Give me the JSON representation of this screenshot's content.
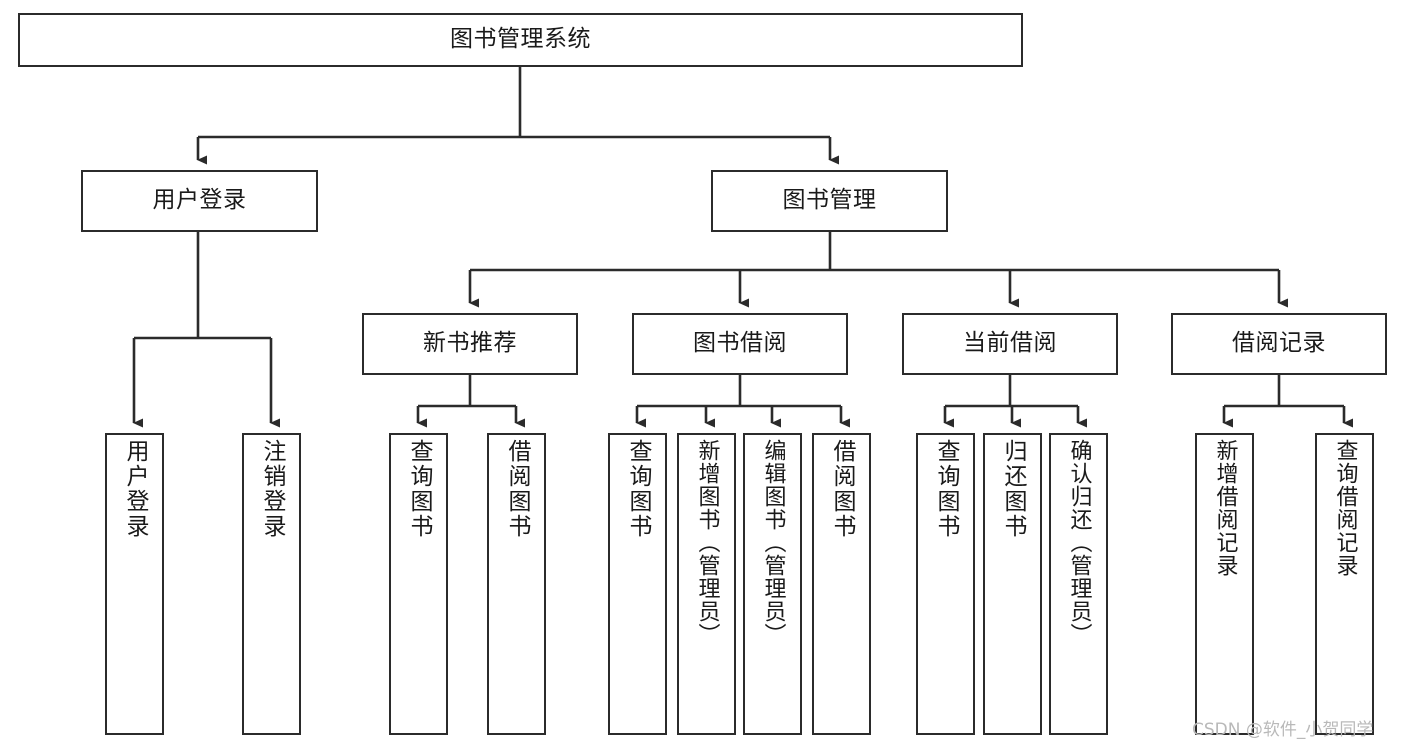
{
  "diagram": {
    "title": "图书管理系统",
    "type": "tree",
    "orientation": "top-down",
    "colors": {
      "box_border": "#2b2b2b",
      "box_fill": "#ffffff",
      "edge": "#2b2b2b",
      "text": "#1a1a1a",
      "watermark": "#b9b9b9",
      "background": "#ffffff"
    },
    "nodes": {
      "root": {
        "label": "图书管理系统"
      },
      "level2": [
        {
          "label": "用户登录"
        },
        {
          "label": "图书管理"
        }
      ],
      "level3": [
        {
          "label": "新书推荐"
        },
        {
          "label": "图书借阅"
        },
        {
          "label": "当前借阅"
        },
        {
          "label": "借阅记录"
        }
      ],
      "leaves": {
        "user_login": [
          {
            "label": "用户登录"
          },
          {
            "label": "注销登录"
          }
        ],
        "new_book_recommend": [
          {
            "label": "查询图书"
          },
          {
            "label": "借阅图书"
          }
        ],
        "book_borrow": [
          {
            "label": "查询图书"
          },
          {
            "label": "新增图书（管理员）"
          },
          {
            "label": "编辑图书（管理员）"
          },
          {
            "label": "借阅图书"
          }
        ],
        "current_borrow": [
          {
            "label": "查询图书"
          },
          {
            "label": "归还图书"
          },
          {
            "label": "确认归还（管理员）"
          }
        ],
        "borrow_record": [
          {
            "label": "新增借阅记录"
          },
          {
            "label": "查询借阅记录"
          }
        ]
      }
    },
    "watermark": "CSDN @软件_小贺同学"
  }
}
